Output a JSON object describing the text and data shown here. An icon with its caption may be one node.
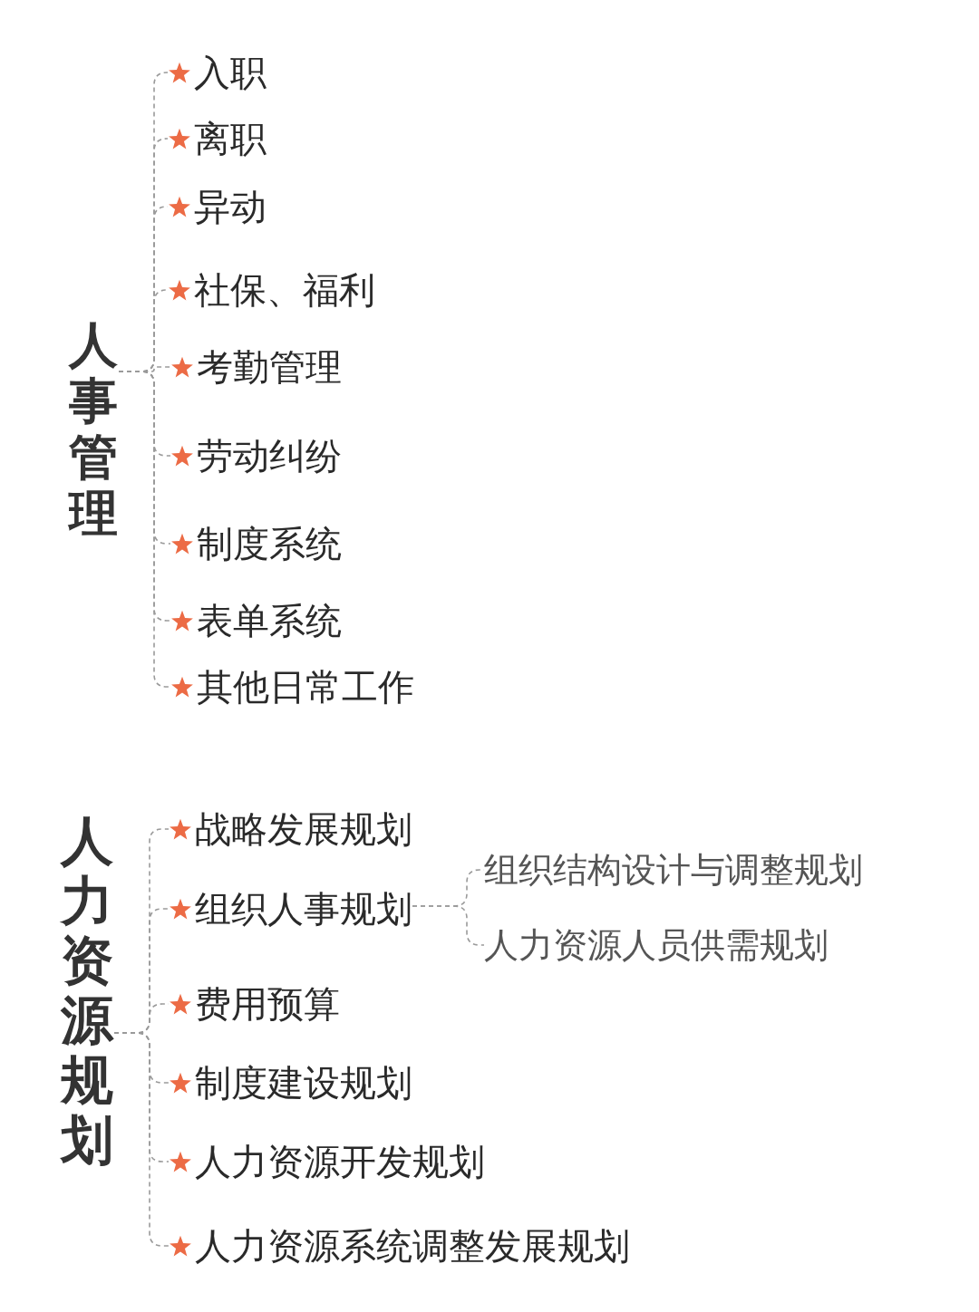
{
  "diagram": {
    "nodes": [
      {
        "text": [
          "人事管理"
        ]
      },
      {
        "text": [
          "入职"
        ]
      },
      {
        "text": [
          "离职"
        ]
      },
      {
        "text": [
          "异动"
        ]
      },
      {
        "text": [
          "社保、福利"
        ]
      },
      {
        "text": [
          "考勤管理"
        ]
      },
      {
        "text": [
          "劳动纠纷"
        ]
      },
      {
        "text": [
          "制度系统"
        ]
      },
      {
        "text": [
          "表单系统"
        ]
      },
      {
        "text": [
          "其他日常工作"
        ]
      },
      {
        "text": [
          "人力资源规划"
        ]
      },
      {
        "text": [
          "战略发展规划"
        ]
      },
      {
        "text": [
          "组织人事规划"
        ]
      },
      {
        "text": [
          "费用预算"
        ]
      },
      {
        "text": [
          "制度建设规划"
        ]
      },
      {
        "text": [
          "人力资源开发规划"
        ]
      },
      {
        "text": [
          "人力资源系统调整发展规划"
        ]
      },
      {
        "text": [
          "组织结构设计与调整规划"
        ]
      },
      {
        "text": [
          "人力资源人员供需规划"
        ]
      }
    ],
    "edges": [
      {
        "from": 0,
        "to": 1,
        "arrow": "none"
      },
      {
        "from": 0,
        "to": 2,
        "arrow": "none"
      },
      {
        "from": 0,
        "to": 3,
        "arrow": "none"
      },
      {
        "from": 0,
        "to": 4,
        "arrow": "none"
      },
      {
        "from": 0,
        "to": 5,
        "arrow": "none"
      },
      {
        "from": 0,
        "to": 6,
        "arrow": "none"
      },
      {
        "from": 0,
        "to": 7,
        "arrow": "none"
      },
      {
        "from": 0,
        "to": 8,
        "arrow": "none"
      },
      {
        "from": 0,
        "to": 9,
        "arrow": "none"
      },
      {
        "from": 10,
        "to": 11,
        "arrow": "none"
      },
      {
        "from": 10,
        "to": 12,
        "arrow": "none"
      },
      {
        "from": 10,
        "to": 13,
        "arrow": "none"
      },
      {
        "from": 10,
        "to": 14,
        "arrow": "none"
      },
      {
        "from": 10,
        "to": 15,
        "arrow": "none"
      },
      {
        "from": 10,
        "to": 16,
        "arrow": "none"
      },
      {
        "from": 12,
        "to": 17,
        "arrow": "none"
      },
      {
        "from": 12,
        "to": 18,
        "arrow": "none"
      }
    ]
  }
}
